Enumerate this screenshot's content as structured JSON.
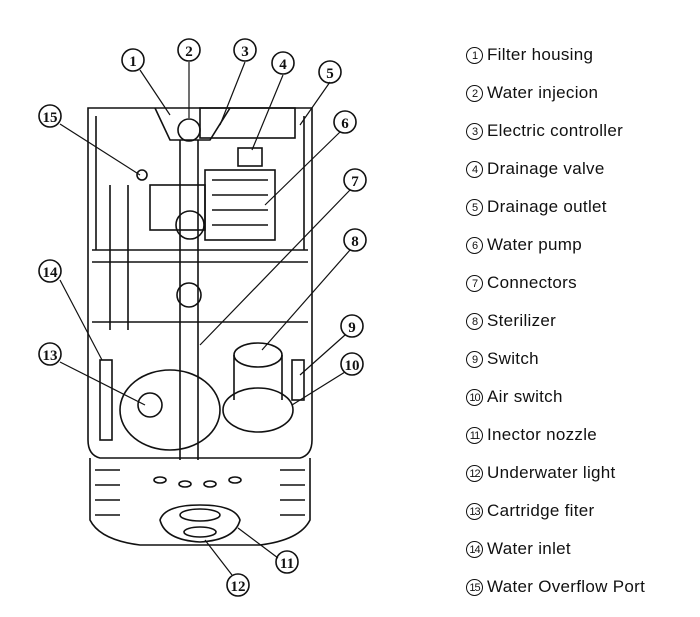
{
  "legend": [
    {
      "num": "1",
      "label": "Filter housing"
    },
    {
      "num": "2",
      "label": "Water injecion"
    },
    {
      "num": "3",
      "label": "Electric controller"
    },
    {
      "num": "4",
      "label": "Drainage valve"
    },
    {
      "num": "5",
      "label": "Drainage outlet"
    },
    {
      "num": "6",
      "label": "Water pump"
    },
    {
      "num": "7",
      "label": "Connectors"
    },
    {
      "num": "8",
      "label": "Sterilizer"
    },
    {
      "num": "9",
      "label": "Switch"
    },
    {
      "num": "10",
      "label": "Air switch"
    },
    {
      "num": "11",
      "label": "Inector nozzle"
    },
    {
      "num": "12",
      "label": "Underwater light"
    },
    {
      "num": "13",
      "label": "Cartridge fiter"
    },
    {
      "num": "14",
      "label": "Water inlet"
    },
    {
      "num": "15",
      "label": "Water Overflow Port"
    }
  ],
  "colors": {
    "line": "#111111",
    "background": "#ffffff"
  }
}
